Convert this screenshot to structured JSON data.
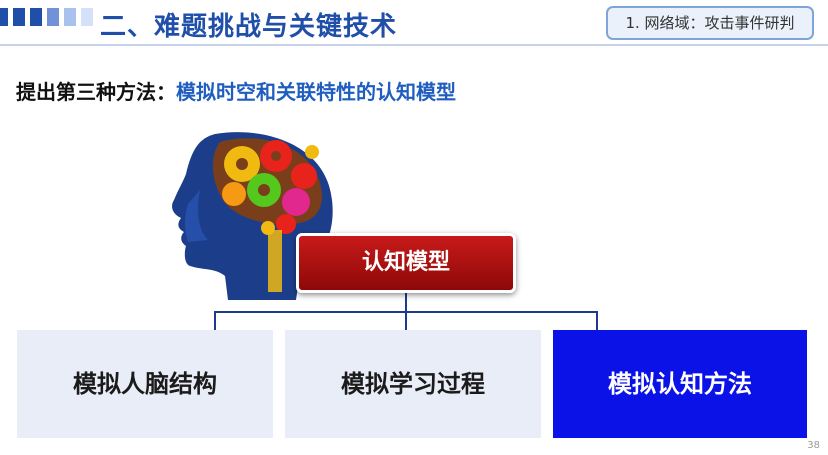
{
  "header": {
    "title": "二、难题挑战与关键技术",
    "badge": "1. 网络域：攻击事件研判"
  },
  "subtitle": {
    "prefix": "提出第三种方法：",
    "highlight": "模拟时空和关联特性的认知模型"
  },
  "diagram": {
    "root": "认知模型",
    "children": [
      "模拟人脑结构",
      "模拟学习过程",
      "模拟认知方法"
    ]
  },
  "footer": {
    "page_number": "38"
  },
  "colors": {
    "title_blue": "#1f4fa8",
    "highlight_blue": "#1f5dbf",
    "root_red": "#b81414",
    "card_light": "#e9edf7",
    "card_accent": "#0a12e8"
  },
  "image": {
    "brain_illustration": "brain-with-gears-icon"
  }
}
